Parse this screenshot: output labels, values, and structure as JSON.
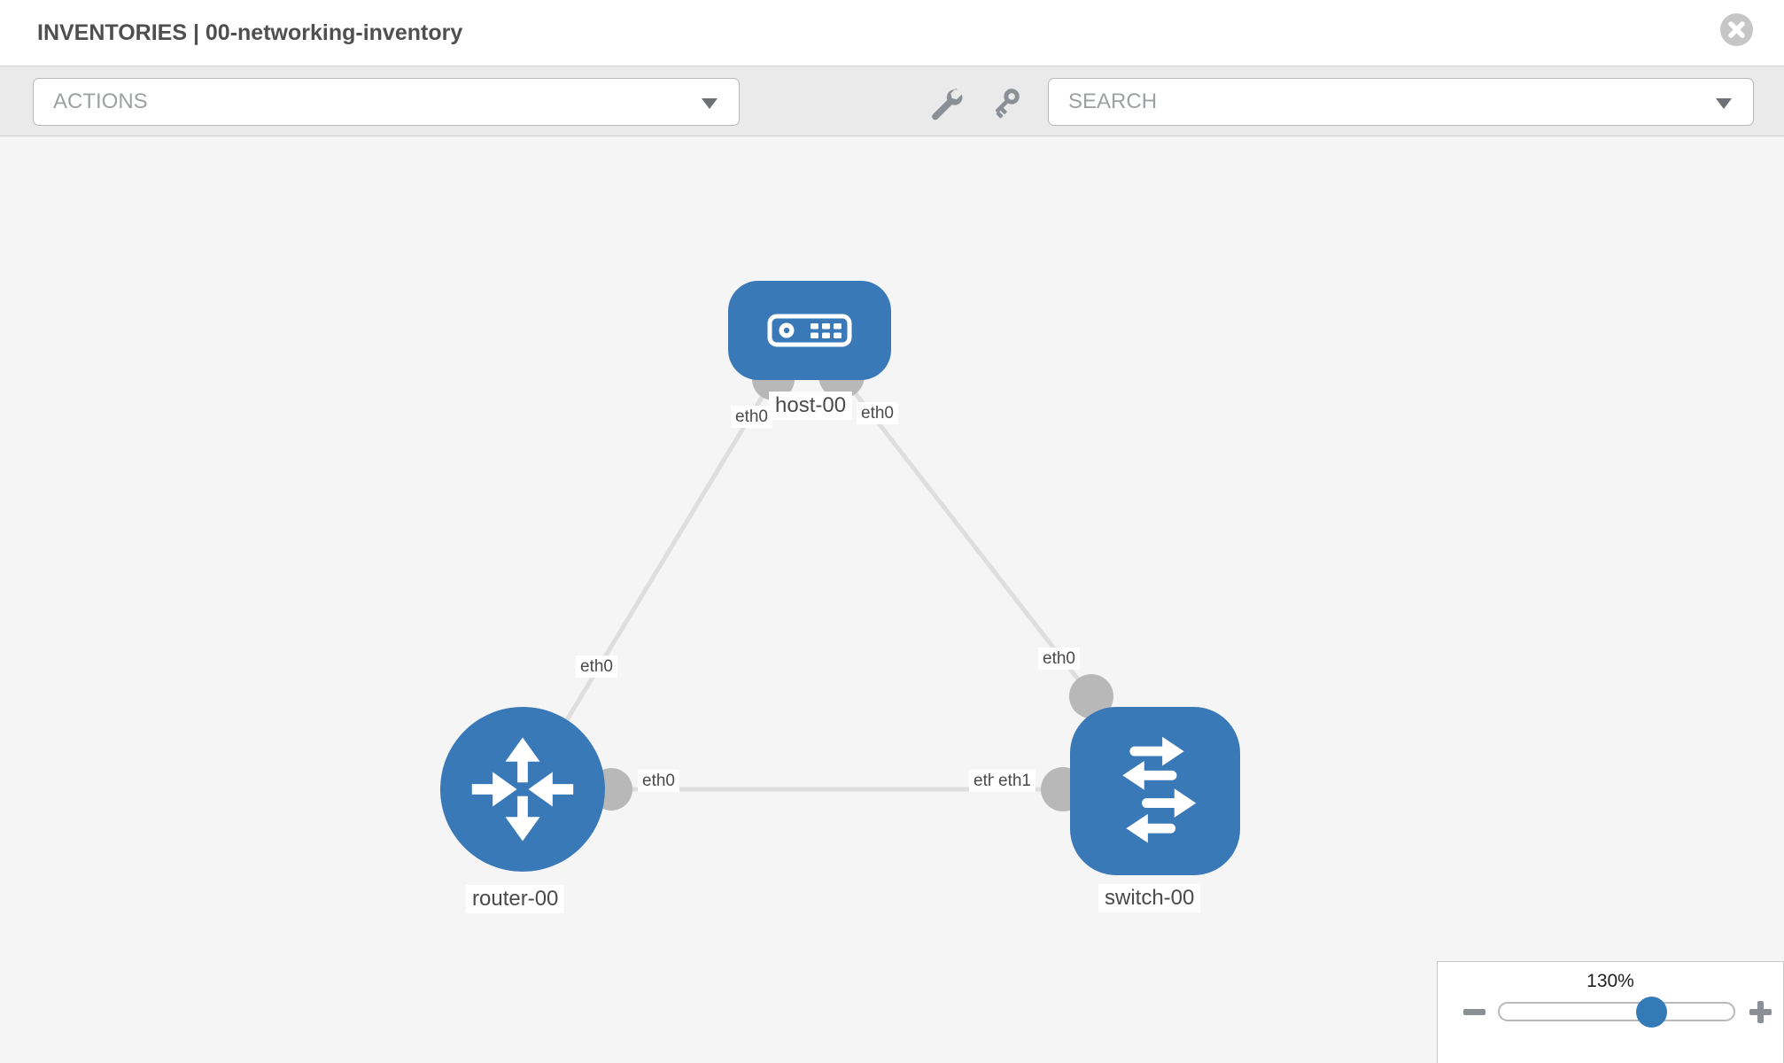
{
  "header": {
    "title": "INVENTORIES | 00-networking-inventory"
  },
  "toolbar": {
    "actions_label": "ACTIONS",
    "search_placeholder": "SEARCH"
  },
  "topology": {
    "nodes": [
      {
        "label": "host-00",
        "type": "host"
      },
      {
        "label": "router-00",
        "type": "router"
      },
      {
        "label": "switch-00",
        "type": "switch"
      }
    ],
    "links": [
      {
        "from": "host-00",
        "to": "router-00",
        "from_iface": "eth0",
        "to_iface": "eth0"
      },
      {
        "from": "host-00",
        "to": "switch-00",
        "from_iface": "eth0",
        "to_iface": "eth0"
      },
      {
        "from": "router-00",
        "to": "switch-00",
        "from_iface": "eth0",
        "to_iface": "eth1"
      }
    ],
    "overlapped_iface_label": "eth0"
  },
  "zoom_control": {
    "level": "130%"
  },
  "icons": {
    "close": "x-circle",
    "actions_caret": "caret-down",
    "search_caret": "caret-down",
    "tools": "wrench",
    "credentials": "key",
    "zoom_out": "minus",
    "zoom_in": "plus"
  },
  "colors": {
    "node_blue": "#3a79b8",
    "link_gray": "#dedede",
    "port_gray": "#b8b8b8",
    "toolbar_bg": "#eaeaea",
    "canvas_bg": "#f5f5f5",
    "slider_knob_blue": "#337ab7"
  }
}
